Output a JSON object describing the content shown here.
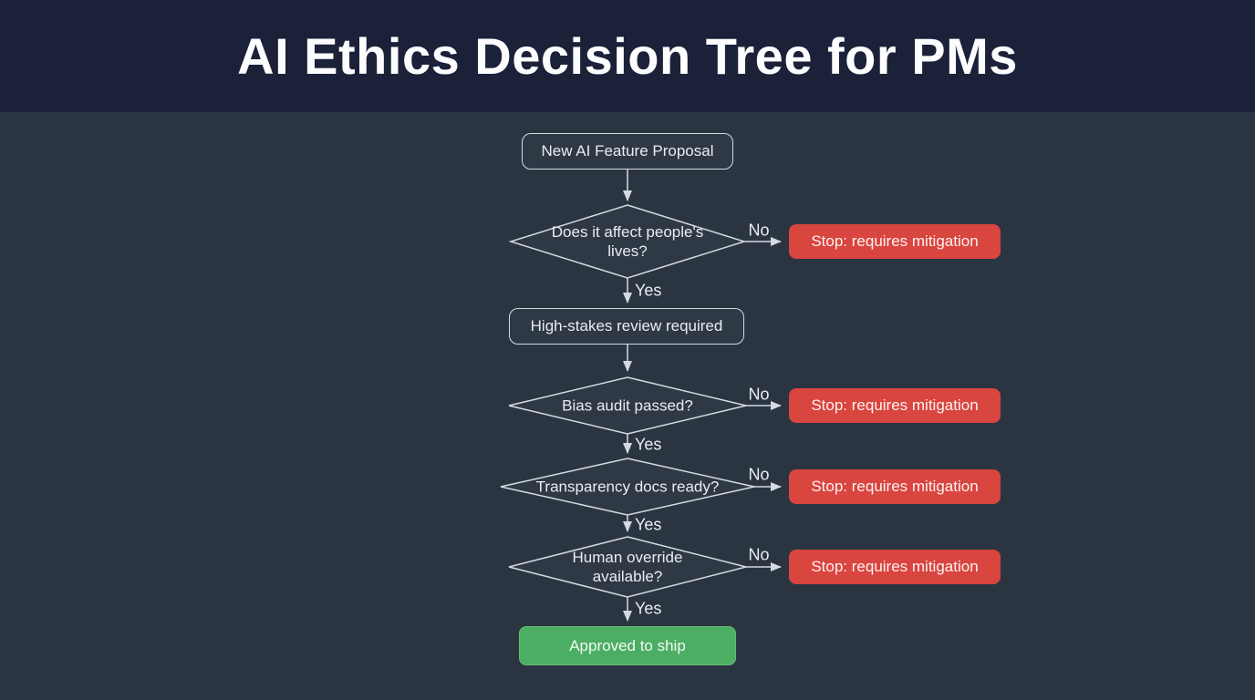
{
  "header": {
    "title": "AI Ethics Decision Tree for PMs"
  },
  "flowchart": {
    "start": {
      "label": "New AI Feature Proposal"
    },
    "decision1": {
      "label": "Does it affect people's lives?"
    },
    "process1": {
      "label": "High-stakes review required"
    },
    "decision2": {
      "label": "Bias audit passed?"
    },
    "decision3": {
      "label": "Transparency docs ready?"
    },
    "decision4": {
      "label": "Human override available?"
    },
    "stop1": {
      "label": "Stop: requires mitigation"
    },
    "stop2": {
      "label": "Stop: requires mitigation"
    },
    "stop3": {
      "label": "Stop: requires mitigation"
    },
    "stop4": {
      "label": "Stop: requires mitigation"
    },
    "end": {
      "label": "Approved to ship"
    },
    "edge_labels": {
      "yes": "Yes",
      "no": "No"
    },
    "colors": {
      "header_bg": "#1a2139",
      "canvas_bg": "#2b3542",
      "node_border": "#d3dae4",
      "node_text": "#e9edf2",
      "stop_bg": "#d9453f",
      "approve_bg": "#4cae63",
      "edge": "#d3dae4",
      "title_text": "#fcfdfe"
    }
  }
}
